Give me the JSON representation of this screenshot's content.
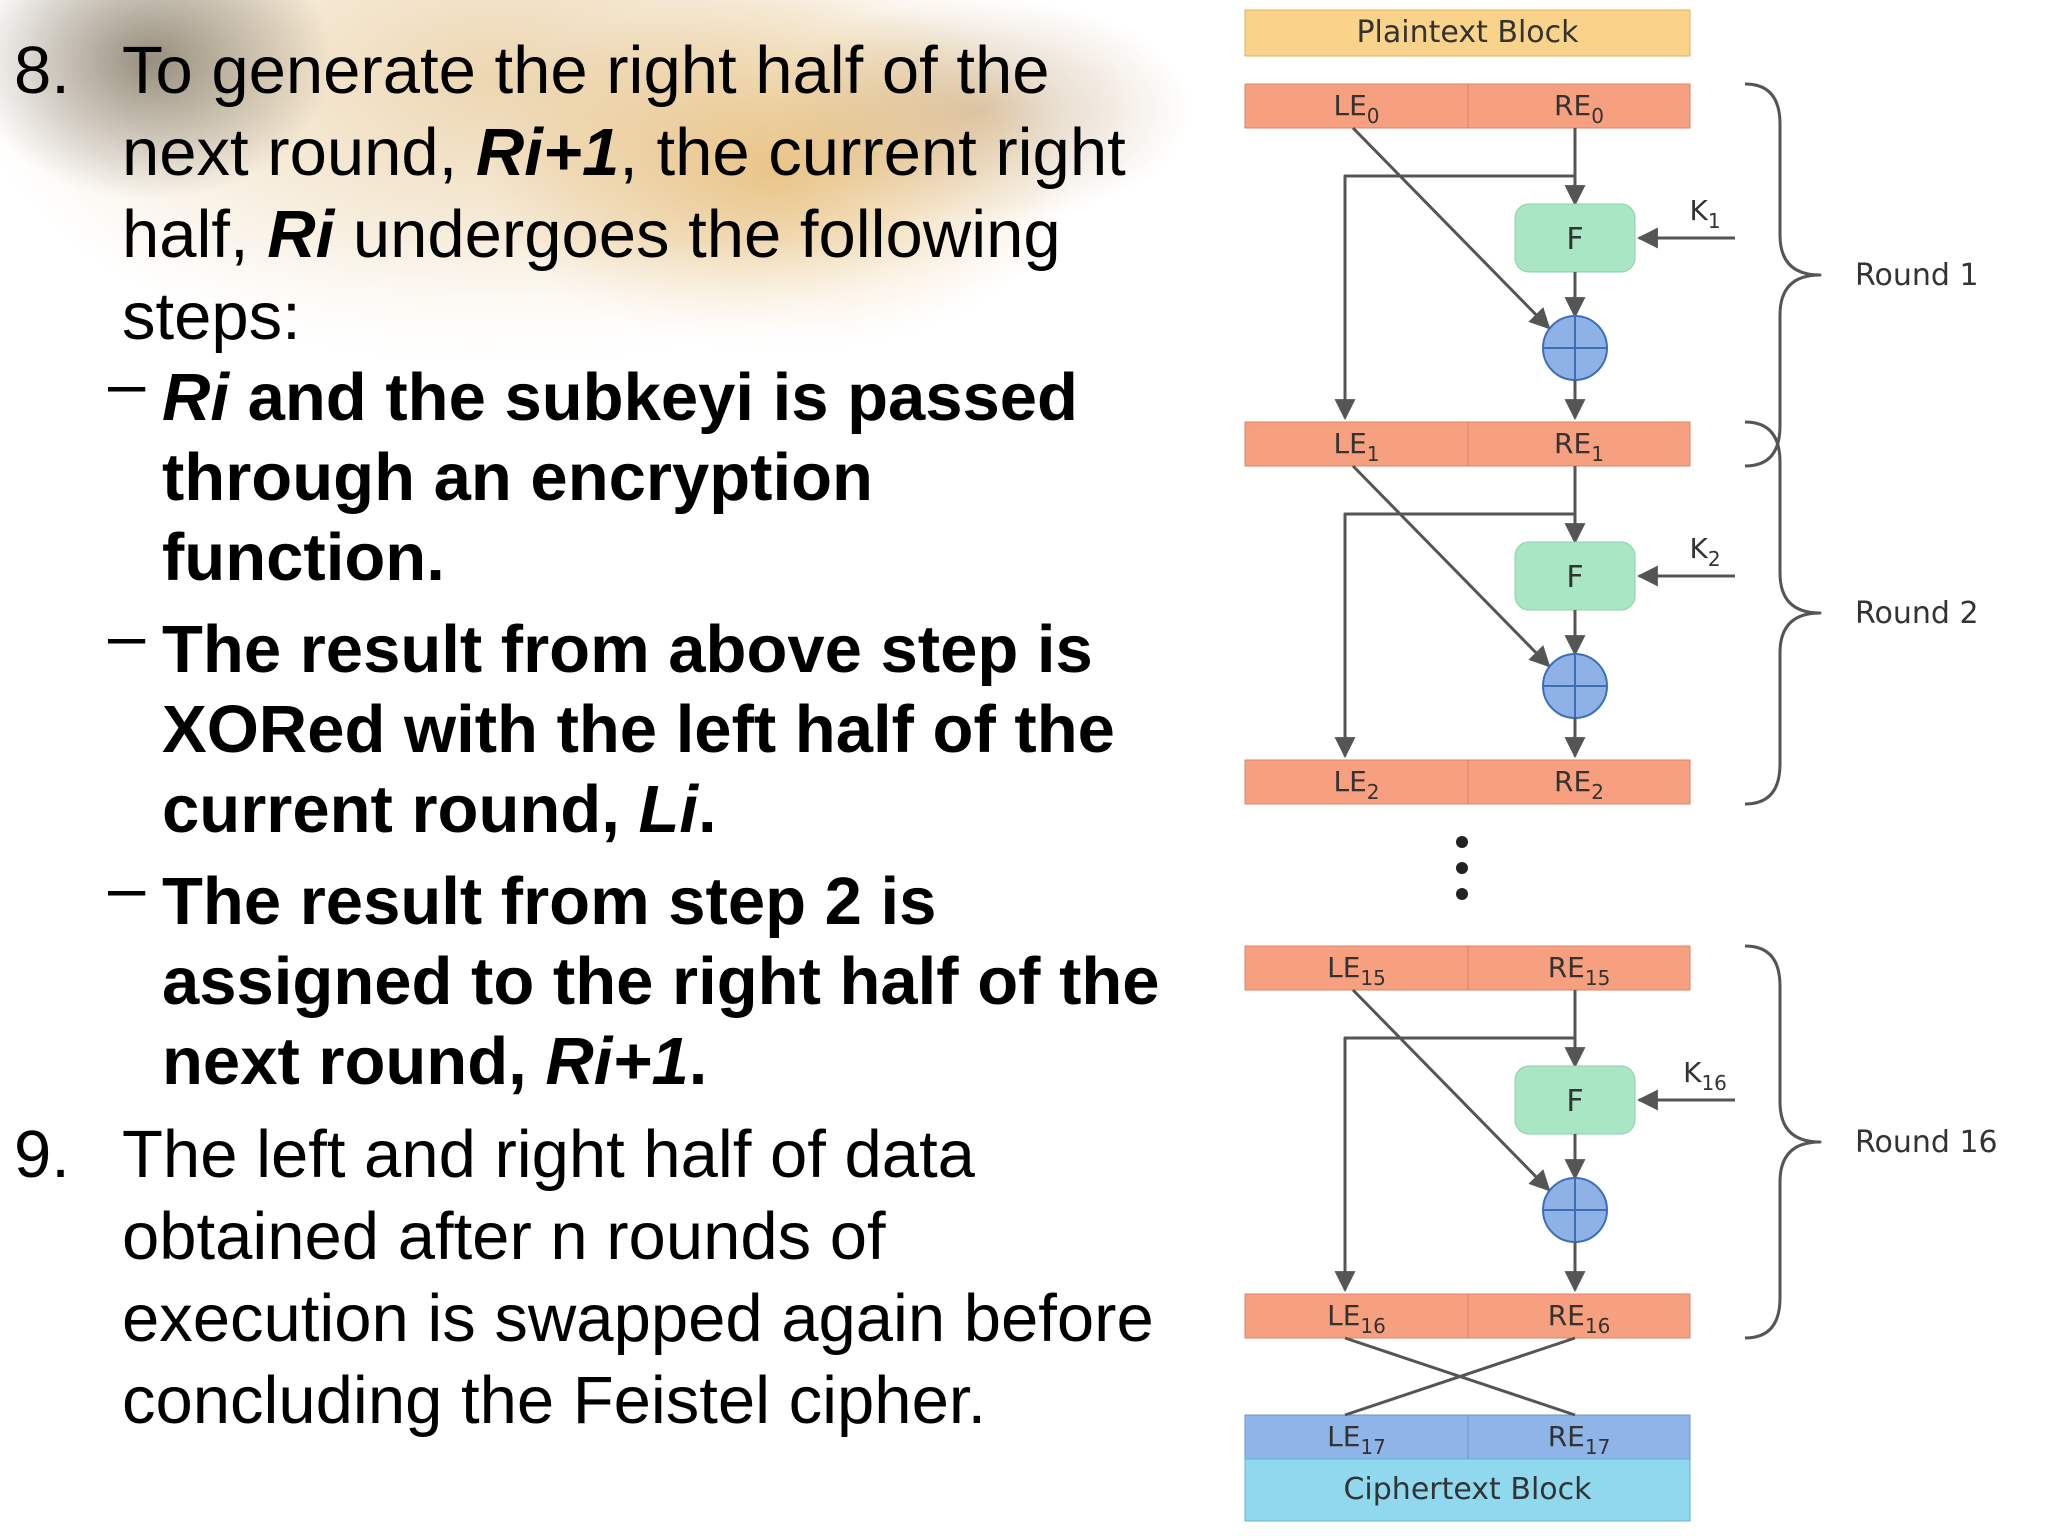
{
  "slide": {
    "item8": {
      "number": "8.",
      "intro_a": "To generate the right half of the next round, ",
      "intro_r1": "Ri+1",
      "intro_b": ", the current right half, ",
      "intro_ri": "Ri",
      "intro_c": " undergoes the following steps:",
      "bullets": [
        {
          "dash": "–",
          "em": "Ri",
          "text": " and the subkeyi is passed through an encryption function."
        },
        {
          "dash": "–",
          "text": "The result from above step is XORed with the left half of the current round, ",
          "em": "Li",
          "tail": "."
        },
        {
          "dash": "–",
          "text": "The result from step 2 is assigned to the right half of the next round, ",
          "em": "Ri+1",
          "tail": "."
        }
      ]
    },
    "item9": {
      "number": "9.",
      "text": "The left and right half of data obtained after n rounds of execution is swapped again before concluding the Feistel cipher."
    }
  },
  "diagram": {
    "plaintext_label": "Plaintext Block",
    "ciphertext_label": "Ciphertext Block",
    "f_label": "F",
    "rows": [
      {
        "le_base": "LE",
        "le_sub": "0",
        "re_base": "RE",
        "re_sub": "0"
      },
      {
        "le_base": "LE",
        "le_sub": "1",
        "re_base": "RE",
        "re_sub": "1"
      },
      {
        "le_base": "LE",
        "le_sub": "2",
        "re_base": "RE",
        "re_sub": "2"
      },
      {
        "le_base": "LE",
        "le_sub": "15",
        "re_base": "RE",
        "re_sub": "15"
      },
      {
        "le_base": "LE",
        "le_sub": "16",
        "re_base": "RE",
        "re_sub": "16"
      },
      {
        "le_base": "LE",
        "le_sub": "17",
        "re_base": "RE",
        "re_sub": "17"
      }
    ],
    "keys": [
      {
        "base": "K",
        "sub": "1"
      },
      {
        "base": "K",
        "sub": "2"
      },
      {
        "base": "K",
        "sub": "16"
      }
    ],
    "rounds": [
      "Round 1",
      "Round 2",
      "Round 16"
    ],
    "colors": {
      "plaintext_fill": "#fad38a",
      "half_fill": "#f7a07f",
      "half_stroke": "#d9826a",
      "f_fill": "#a8e6c4",
      "xor_fill": "#8fb2e6",
      "cipher_half_fill": "#8fb5e8",
      "cipher_fill": "#8fd8ee",
      "line": "#555555"
    }
  }
}
